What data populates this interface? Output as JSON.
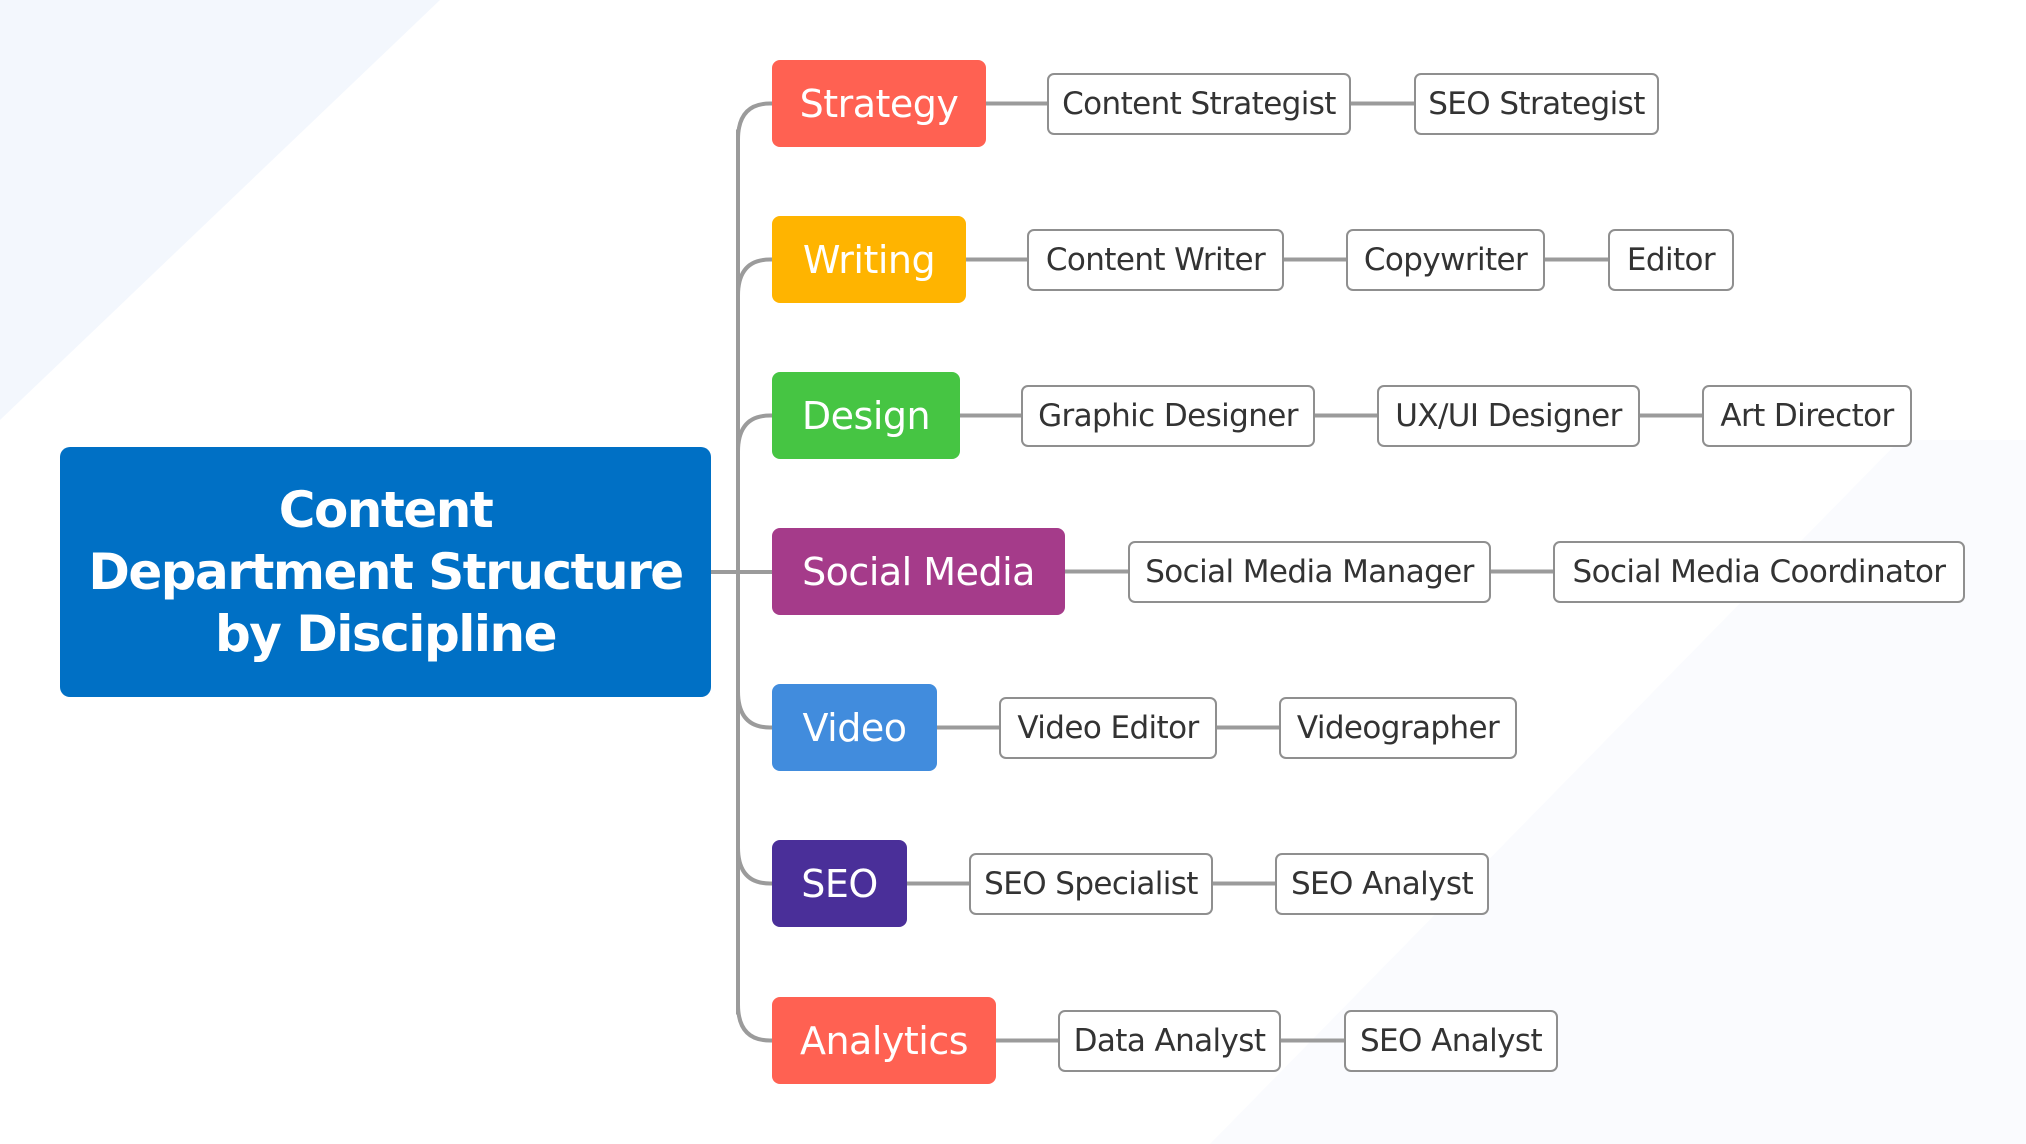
{
  "root": {
    "title": "Content\nDepartment Structure\nby Discipline",
    "color": "#0070C5"
  },
  "colors": {
    "connector": "#9B9B9B",
    "leaf_border": "#8F8F8F",
    "leaf_text": "#333333"
  },
  "branches": [
    {
      "label": "Strategy",
      "color": "#FF6152",
      "children": [
        "Content Strategist",
        "SEO Strategist"
      ]
    },
    {
      "label": "Writing",
      "color": "#FFB400",
      "children": [
        "Content Writer",
        "Copywriter",
        "Editor"
      ]
    },
    {
      "label": "Design",
      "color": "#46C543",
      "children": [
        "Graphic Designer",
        "UX/UI Designer",
        "Art Director"
      ]
    },
    {
      "label": "Social Media",
      "color": "#A53B8A",
      "children": [
        "Social Media Manager",
        "Social Media Coordinator"
      ]
    },
    {
      "label": "Video",
      "color": "#418CDD",
      "children": [
        "Video Editor",
        "Videographer"
      ]
    },
    {
      "label": "SEO",
      "color": "#4A2F99",
      "children": [
        "SEO Specialist",
        "SEO Analyst"
      ]
    },
    {
      "label": "Analytics",
      "color": "#FF6152",
      "children": [
        "Data Analyst",
        "SEO Analyst"
      ]
    }
  ]
}
